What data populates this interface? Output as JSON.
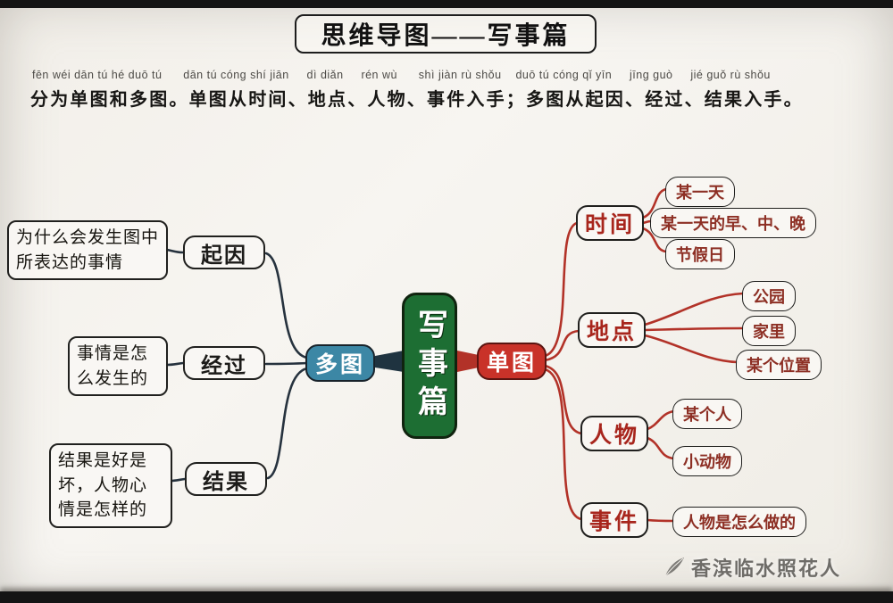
{
  "title": "思维导图——写事篇",
  "pinyin": "fēn wéi dān tú hé duō tú      dān tú cóng shí jiān     dì diǎn     rén wù      shì jiàn rù shǒu    duō tú cóng qǐ yīn     jīng guò     jié guǒ rù shǒu",
  "intro": "分为单图和多图。单图从时间、地点、人物、事件入手；多图从起因、经过、结果入手。",
  "center": {
    "label": "写事篇",
    "color": "#1d6e33"
  },
  "left_root": {
    "label": "多图",
    "color": "#3c87a5"
  },
  "right_root": {
    "label": "单图",
    "color": "#c93229"
  },
  "left_line_color": "#26323e",
  "right_line_color": "#b23228",
  "left_branches": [
    {
      "label": "起因",
      "note": "为什么会发生图中所表达的事情"
    },
    {
      "label": "经过",
      "note": "事情是怎么发生的"
    },
    {
      "label": "结果",
      "note": "结果是好是坏，人物心情是怎样的"
    }
  ],
  "right_branches": [
    {
      "label": "时间",
      "children": [
        "某一天",
        "某一天的早、中、晚",
        "节假日"
      ]
    },
    {
      "label": "地点",
      "children": [
        "公园",
        "家里",
        "某个位置"
      ]
    },
    {
      "label": "人物",
      "children": [
        "某个人",
        "小动物"
      ]
    },
    {
      "label": "事件",
      "children": [
        "人物是怎么做的"
      ]
    }
  ],
  "watermark": {
    "icon": "feather-icon",
    "text": "香滨临水照花人"
  }
}
